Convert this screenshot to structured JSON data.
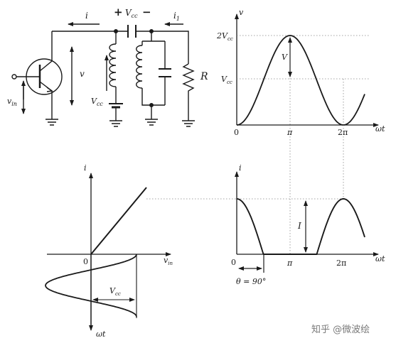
{
  "circuit": {
    "current_left": "i",
    "current_right": "i",
    "current_right_sub": "1",
    "supply_plus": "+",
    "supply_label": "V",
    "supply_sub": "cc",
    "supply_minus": "−",
    "output_voltage": "v",
    "input_voltage": "v",
    "input_voltage_sub": "in",
    "bias_label": "V",
    "bias_sub": "cc",
    "load_label": "R"
  },
  "plot_top_right": {
    "y_label": "v",
    "x_label": "ωt",
    "y_tick_2vcc": "2V",
    "y_tick_2vcc_sub": "cc",
    "y_tick_vcc": "V",
    "y_tick_vcc_sub": "cc",
    "amp_label": "V",
    "x_ticks": [
      "0",
      "π",
      "2π"
    ]
  },
  "plot_bottom_left": {
    "y_label": "i",
    "x_label": "v",
    "x_label_sub": "in",
    "origin": "0",
    "width_label": "V",
    "width_sub": "cc",
    "down_axis_label": "ωt"
  },
  "plot_bottom_right": {
    "y_label": "i",
    "x_label": "ωt",
    "origin": "0",
    "peak_label": "I",
    "x_ticks": [
      "π",
      "2π"
    ],
    "theta_label": "θ = 90°"
  },
  "watermark": "知乎 @微波绘"
}
